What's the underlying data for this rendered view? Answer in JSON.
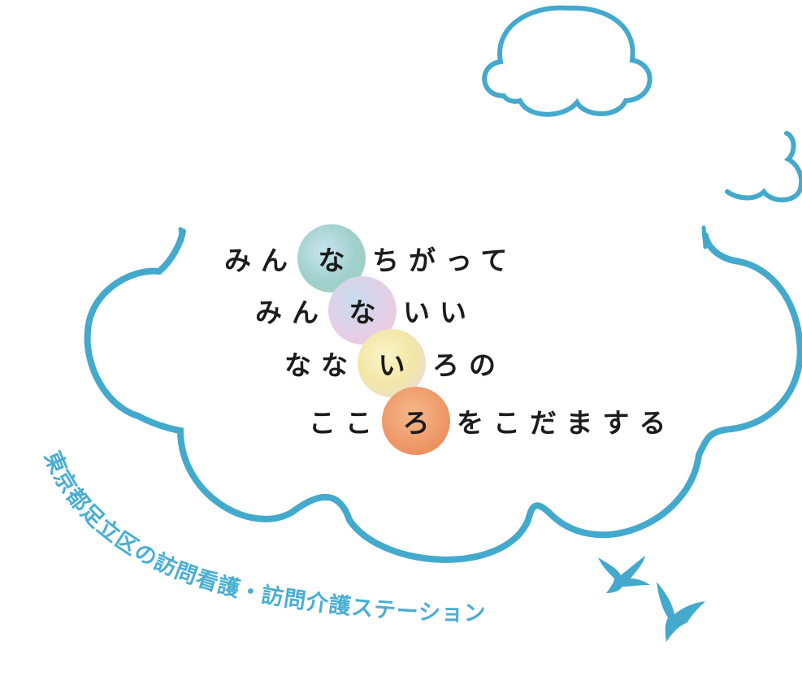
{
  "colors": {
    "cloud_stroke": "#43a9cd",
    "text": "#1c1c1c",
    "arc_text": "#4aaed2",
    "bird": "#43a9cd"
  },
  "icons": [
    "cloud-icon",
    "bird-icon"
  ],
  "lines": [
    {
      "before": "みん",
      "dot": "な",
      "after": "ちがって"
    },
    {
      "before": "みん",
      "dot": "な",
      "after": "いい"
    },
    {
      "before": "なな",
      "dot": "い",
      "after": "ろの"
    },
    {
      "before": "ここ",
      "dot": "ろ",
      "after": "をこだまする"
    }
  ],
  "arc_text": "東京都足立区の訪問看護・訪問介護ステーション"
}
